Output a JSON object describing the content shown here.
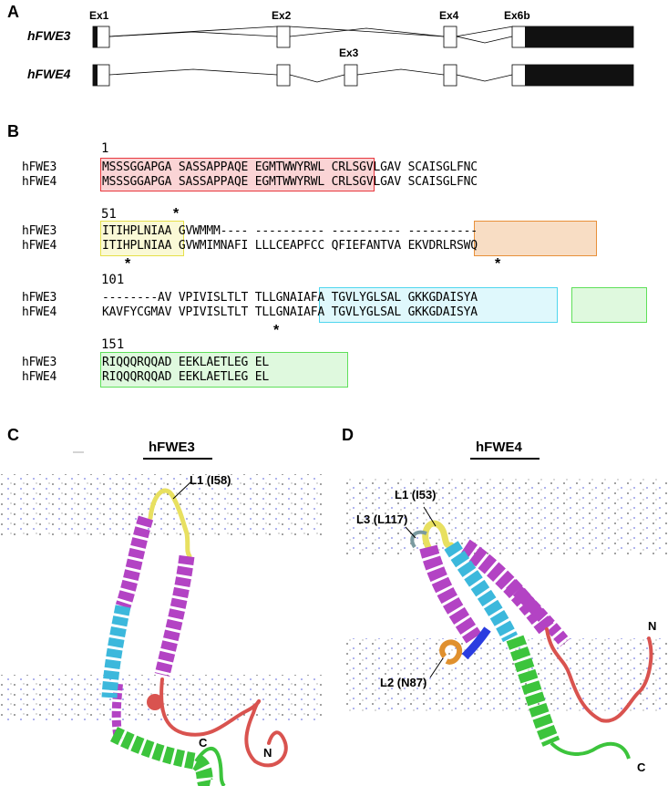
{
  "panel_a": {
    "letter": "A",
    "genes": [
      "hFWE3",
      "hFWE4"
    ],
    "exons": [
      "Ex1",
      "Ex2",
      "Ex3",
      "Ex4",
      "Ex6b"
    ]
  },
  "panel_b": {
    "letter": "B",
    "blocks": [
      {
        "num": "1",
        "rows": [
          {
            "name": "hFWE3",
            "seq": "MSSSGGAPGA SASSAPPAQE EGMTWWYRWL CRLSGVLGAV SCAISGLFNC"
          },
          {
            "name": "hFWE4",
            "seq": "MSSSGGAPGA SASSAPPAQE EGMTWWYRWL CRLSGVLGAV SCAISGLFNC"
          }
        ]
      },
      {
        "num": "51",
        "rows": [
          {
            "name": "hFWE3",
            "seq": "ITIHPLNIAA GVWMMM---- ---------- ---------- ----------"
          },
          {
            "name": "hFWE4",
            "seq": "ITIHPLNIAA GVWMIMNAFI LLLCEAPFCC QFIEFANTVA EKVDRLRSWQ"
          }
        ]
      },
      {
        "num": "101",
        "rows": [
          {
            "name": "hFWE3",
            "seq": "--------AV VPIVISLTLT TLLGNAIAFA TGVLYGLSAL GKKGDAISYA"
          },
          {
            "name": "hFWE4",
            "seq": "KAVFYCGMAV VPIVISLTLT TLLGNAIAFA TGVLYGLSAL GKKGDAISYA"
          }
        ]
      },
      {
        "num": "151",
        "rows": [
          {
            "name": "hFWE3",
            "seq": "RIQQQRQQAD EEKLAETLEG EL"
          },
          {
            "name": "hFWE4",
            "seq": "RIQQQRQQAD EEKLAETLEG EL"
          }
        ]
      }
    ],
    "star": "*",
    "colors": {
      "red": "#e8393f",
      "yellow": "#e6e04a",
      "orange": "#e8903a",
      "cyan": "#4fd6ee",
      "green": "#5fe05a"
    }
  },
  "panel_c": {
    "letter": "C",
    "title": "hFWE3",
    "loop_label": "L1 (I58)",
    "n_label": "N",
    "c_label": "C"
  },
  "panel_d": {
    "letter": "D",
    "title": "hFWE4",
    "loop1_label": "L1 (I53)",
    "loop3_label": "L3 (L117)",
    "loop2_label": "L2 (N87)",
    "n_label": "N",
    "c_label": "C"
  },
  "helix_colors": {
    "magenta": "#b343c4",
    "cyan": "#3cb8dc",
    "green": "#3cc43c",
    "red": "#d9534f",
    "yellow": "#e8e060",
    "orange": "#e0902e",
    "blue": "#2a3ce0"
  }
}
